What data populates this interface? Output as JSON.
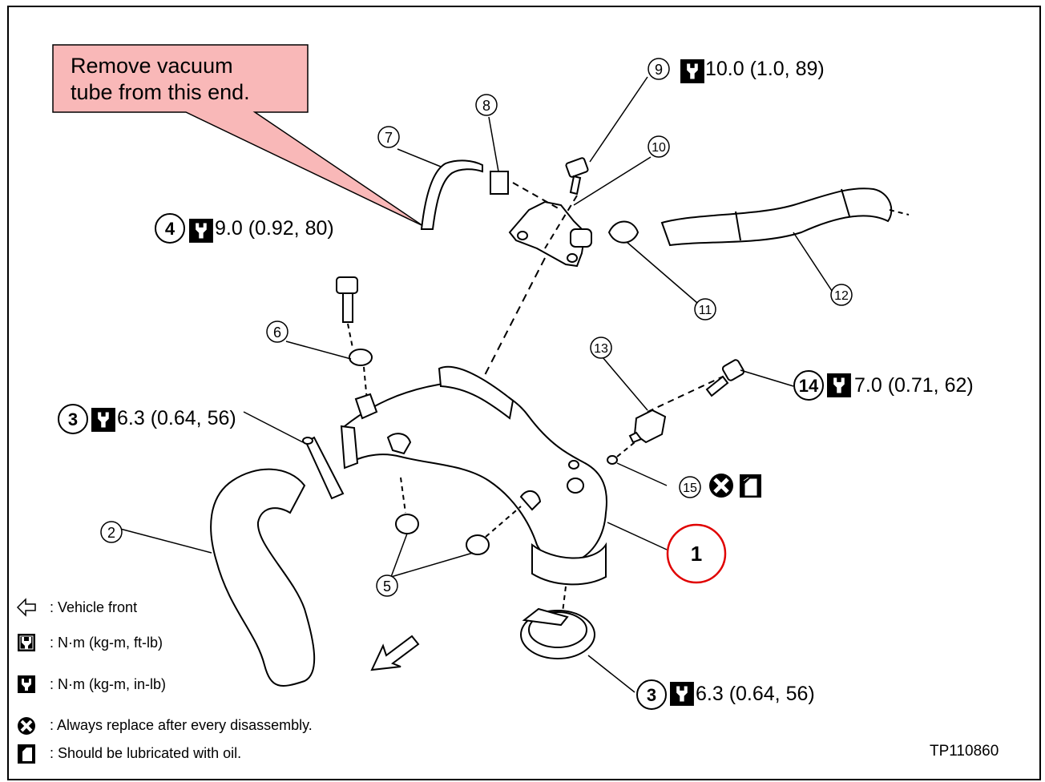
{
  "callout": {
    "line1": "Remove vacuum",
    "line2": "tube from this end."
  },
  "parts": {
    "p1": "1",
    "p2": "2",
    "p3a": "3",
    "p3b": "3",
    "p4": "4",
    "p5": "5",
    "p6": "6",
    "p7": "7",
    "p8": "8",
    "p9": "9",
    "p10": "10",
    "p11": "11",
    "p12": "12",
    "p13": "13",
    "p14": "14",
    "p15": "15"
  },
  "torques": {
    "t9": "10.0 (1.0, 89)",
    "t4": "9.0 (0.92, 80)",
    "t3a": "6.3 (0.64, 56)",
    "t14": "7.0 (0.71, 62)",
    "t3b": "6.3 (0.64, 56)"
  },
  "legend": [
    {
      "icon": "arrow-left-icon",
      "text": ": Vehicle front"
    },
    {
      "icon": "torque-wrench-icon",
      "text": ": N·m (kg-m, ft-lb)"
    },
    {
      "icon": "torque-wrench-solid-icon",
      "text": ": N·m (kg-m, in-lb)"
    },
    {
      "icon": "replace-x-icon",
      "text": ": Always replace after every disassembly."
    },
    {
      "icon": "oil-can-icon",
      "text": ": Should be lubricated with oil."
    }
  ],
  "figure_code": "TP110860",
  "colors": {
    "callout_fill": "#f9b8b8",
    "highlight_circle": "#e00000"
  }
}
